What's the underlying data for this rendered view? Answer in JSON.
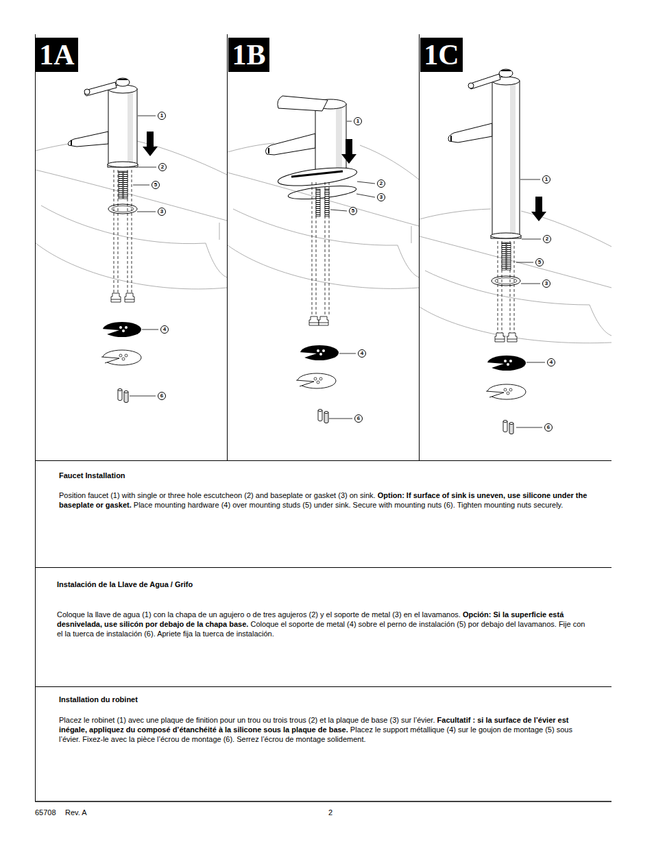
{
  "diagram": {
    "nodes": [
      {
        "text": [
          "1A"
        ]
      },
      {
        "text": [
          "1B"
        ]
      },
      {
        "text": [
          "1C"
        ]
      }
    ],
    "labels": [
      "1",
      "2",
      "5",
      "3",
      "4",
      "6",
      "1",
      "2",
      "3",
      "5",
      "4",
      "6",
      "1",
      "2",
      "5",
      "3",
      "4",
      "6",
      "Faucet Installation",
      "Position faucet (1) with single or three hole escutcheon (2) and baseplate or gasket (3) on sink.",
      "Option: If surface of sink is uneven, use silicone under the baseplate or gasket.",
      "Place mounting hardware (4) over mounting studs (5) under sink. Secure with mounting nuts (6). Tighten mounting nuts securely.",
      "Instalación de la Llave de Agua / Grifo",
      "Coloque la llave de agua (1) con la chapa de un agujero o de tres agujeros (2) y el soporte de metal (3) en el lavamanos.",
      "Opción: Si la superficie está desnivelada, use silicón por debajo de la chapa base.",
      "Coloque el soporte de metal (4) sobre el perno de instalación (5) por debajo del lavamanos. Fije con el la tuerca de instalación (6). Apriete fija la tuerca de instalación.",
      "Installation du robinet",
      "Placez le robinet (1) avec une plaque de finition pour un trou ou trois trous (2) et la plaque de base (3) sur l’évier.",
      "Facultatif : si la surface de l’évier est inégale, appliquez du composé d’étanchéité à la silicone sous la plaque de base.",
      "Placez le support métallique (4) sur le goujon de montage (5) sous l’évier. Fixez-le avec la pièce l’écrou de montage (6). Serrez l’écrou de montage solidement.",
      "65708",
      "Rev. A",
      "2"
    ]
  }
}
